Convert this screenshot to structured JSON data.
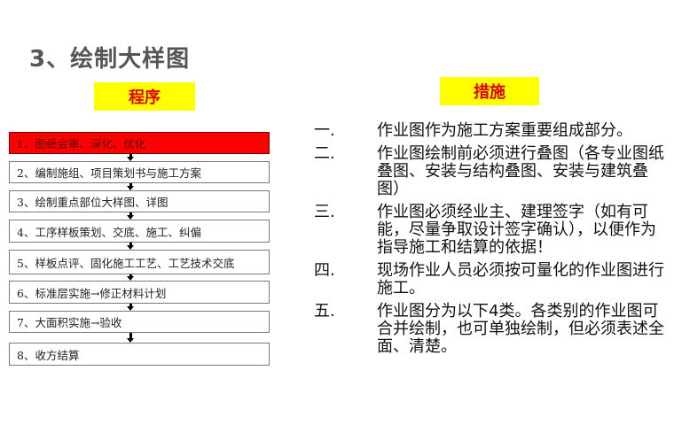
{
  "title": "3、绘制大样图",
  "left_panel": {
    "header": "程序",
    "steps": [
      "1、图纸会审、深化、优化",
      "2、编制施组、项目策划书与施工方案",
      "3、绘制重点部位大样图、详图",
      "4、工序样板策划、交底、施工、纠偏",
      "5、样板点评、固化施工工艺、工艺技术交底",
      "6、标准层实施→修正材料计划",
      "7、大面积实施→验收",
      "8、收方结算"
    ]
  },
  "right_panel": {
    "header": "措施",
    "items": [
      {
        "num": "一.",
        "text": "作业图作为施工方案重要组成部分。"
      },
      {
        "num": "二.",
        "text": "作业图绘制前必须进行叠图（各专业图纸叠图、安装与结构叠图、安装与建筑叠图）"
      },
      {
        "num": "三.",
        "text": "作业图必须经业主、建理签字（如有可能，尽量争取设计签字确认），以便作为指导施工和结算的依据！"
      },
      {
        "num": "四.",
        "text": "现场作业人员必须按可量化的作业图进行施工。"
      },
      {
        "num": "五.",
        "text": "作业图分为以下4类。各类别的作业图可合并绘制，也可单独绘制，但必须表述全面、清楚。"
      }
    ]
  },
  "colors": {
    "highlight_bg": "#ffff00",
    "highlight_text": "#e00000",
    "first_step_bg": "#ff0000",
    "title_text": "#555555"
  }
}
